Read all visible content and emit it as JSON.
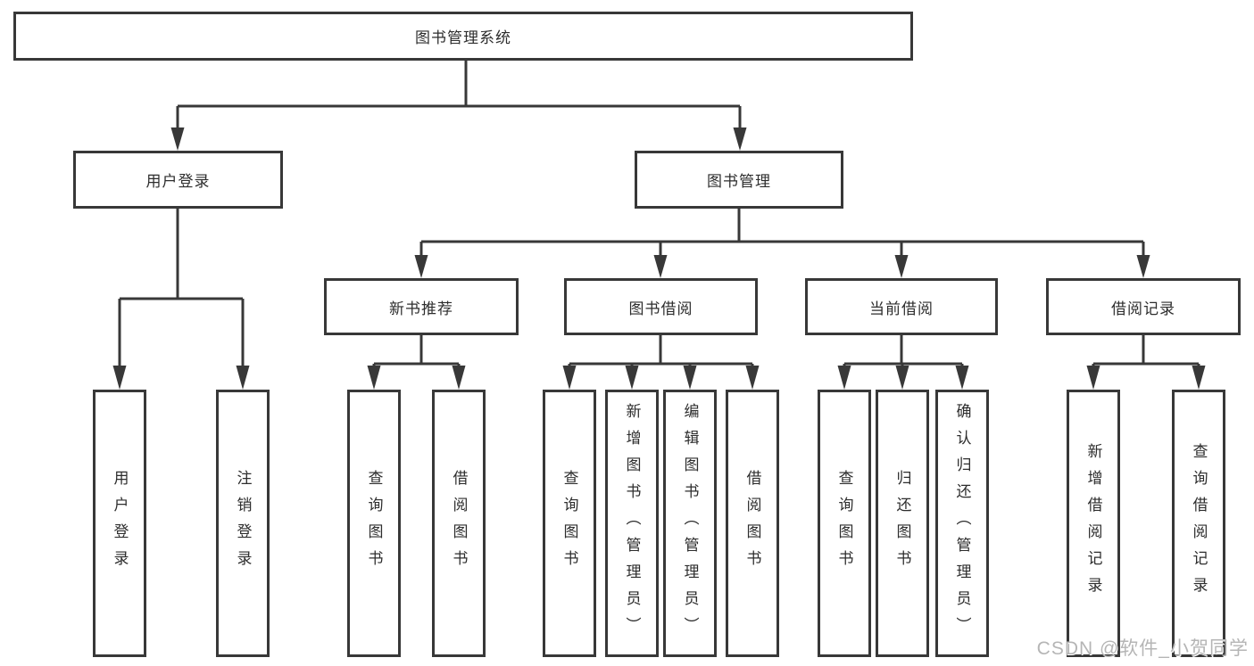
{
  "diagram": {
    "root": {
      "label": "图书管理系统"
    },
    "level1": [
      {
        "label": "用户登录"
      },
      {
        "label": "图书管理"
      }
    ],
    "level2": [
      {
        "label": "新书推荐",
        "parent": "图书管理"
      },
      {
        "label": "图书借阅",
        "parent": "图书管理"
      },
      {
        "label": "当前借阅",
        "parent": "图书管理"
      },
      {
        "label": "借阅记录",
        "parent": "图书管理"
      }
    ],
    "leaves": [
      {
        "label": "用户登录",
        "parent": "用户登录"
      },
      {
        "label": "注销登录",
        "parent": "用户登录"
      },
      {
        "label": "查询图书",
        "parent": "新书推荐"
      },
      {
        "label": "借阅图书",
        "parent": "新书推荐"
      },
      {
        "label": "查询图书",
        "parent": "图书借阅"
      },
      {
        "label": "新增图书（管理员）",
        "parent": "图书借阅"
      },
      {
        "label": "编辑图书（管理员）",
        "parent": "图书借阅"
      },
      {
        "label": "借阅图书",
        "parent": "图书借阅"
      },
      {
        "label": "查询图书",
        "parent": "当前借阅"
      },
      {
        "label": "归还图书",
        "parent": "当前借阅"
      },
      {
        "label": "确认归还（管理员）",
        "parent": "当前借阅"
      },
      {
        "label": "新增借阅记录",
        "parent": "借阅记录"
      },
      {
        "label": "查询借阅记录",
        "parent": "借阅记录"
      }
    ],
    "watermark": "CSDN @软件_小贺同学",
    "colors": {
      "line": "#383838",
      "text": "#2d2d2d",
      "background": "#ffffff",
      "watermark": "#b5b5b5"
    }
  }
}
